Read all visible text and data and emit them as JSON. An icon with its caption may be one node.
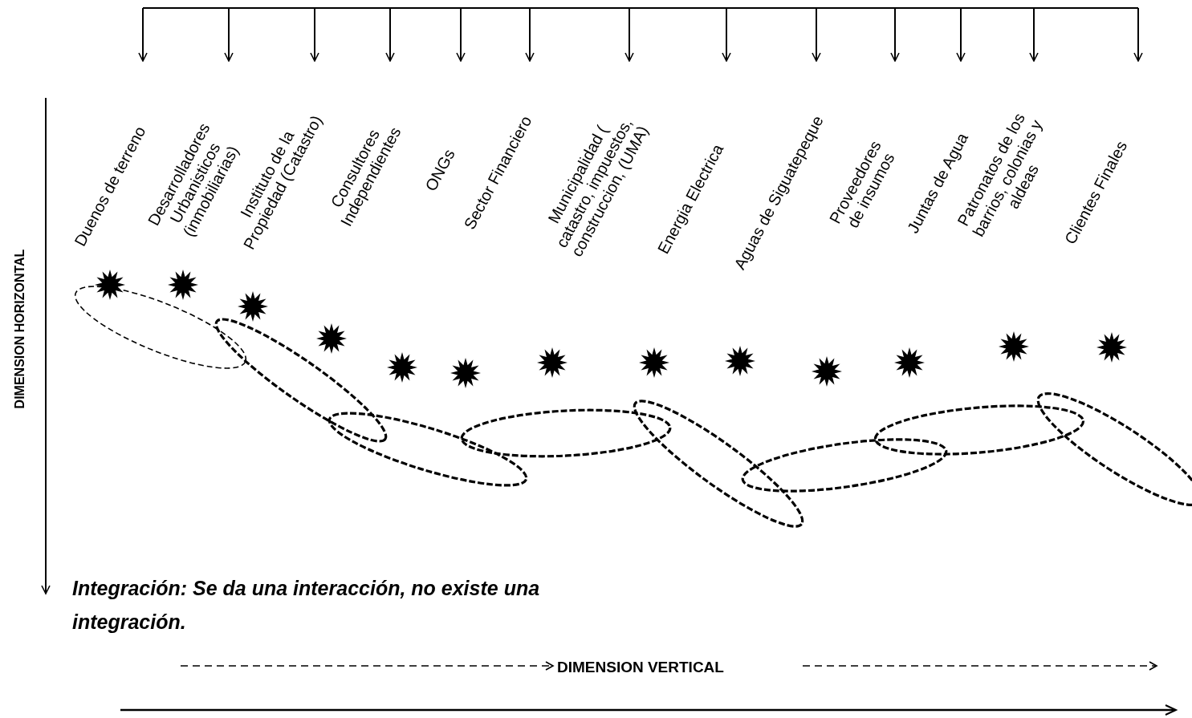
{
  "diagram": {
    "nodes": [
      {
        "text": [
          "Duenos de terreno"
        ]
      },
      {
        "text": [
          "Desarrolladores Urbanisticos (inmobiliarias)"
        ]
      },
      {
        "text": [
          "Instituto de la Propiedad (Catastro)"
        ]
      },
      {
        "text": [
          "Consultores Independientes"
        ]
      },
      {
        "text": [
          "ONGs"
        ]
      },
      {
        "text": [
          "Sector Financiero"
        ]
      },
      {
        "text": [
          "Municipalidad ( catastro, impuestos, construccion, (UMA)"
        ]
      },
      {
        "text": [
          "Energia Electrica"
        ]
      },
      {
        "text": [
          "Aguas de Siguatepeque"
        ]
      },
      {
        "text": [
          "Proveedores de insumos"
        ]
      },
      {
        "text": [
          "Juntas de Agua"
        ]
      },
      {
        "text": [
          "Patronatos de los barrios, colonias y aldeas"
        ]
      },
      {
        "text": [
          "Clientes Finales"
        ]
      }
    ],
    "edges": [
      {
        "from": null,
        "to": 0,
        "arrow": "to"
      },
      {
        "from": null,
        "to": 1,
        "arrow": "to"
      },
      {
        "from": null,
        "to": 2,
        "arrow": "to"
      },
      {
        "from": null,
        "to": 3,
        "arrow": "to"
      },
      {
        "from": null,
        "to": 4,
        "arrow": "to"
      },
      {
        "from": null,
        "to": 5,
        "arrow": "to"
      },
      {
        "from": null,
        "to": 6,
        "arrow": "to"
      },
      {
        "from": null,
        "to": 7,
        "arrow": "to"
      },
      {
        "from": null,
        "to": 8,
        "arrow": "to"
      },
      {
        "from": null,
        "to": 9,
        "arrow": "to"
      },
      {
        "from": null,
        "to": 10,
        "arrow": "to"
      },
      {
        "from": null,
        "to": 11,
        "arrow": "to"
      },
      {
        "from": null,
        "to": 12,
        "arrow": "to"
      }
    ],
    "labels": [
      "DIMENSION HORIZONTAL",
      "Integración: Se da una interacción, no existe una integración.",
      "DIMENSION VERTICAL"
    ]
  }
}
